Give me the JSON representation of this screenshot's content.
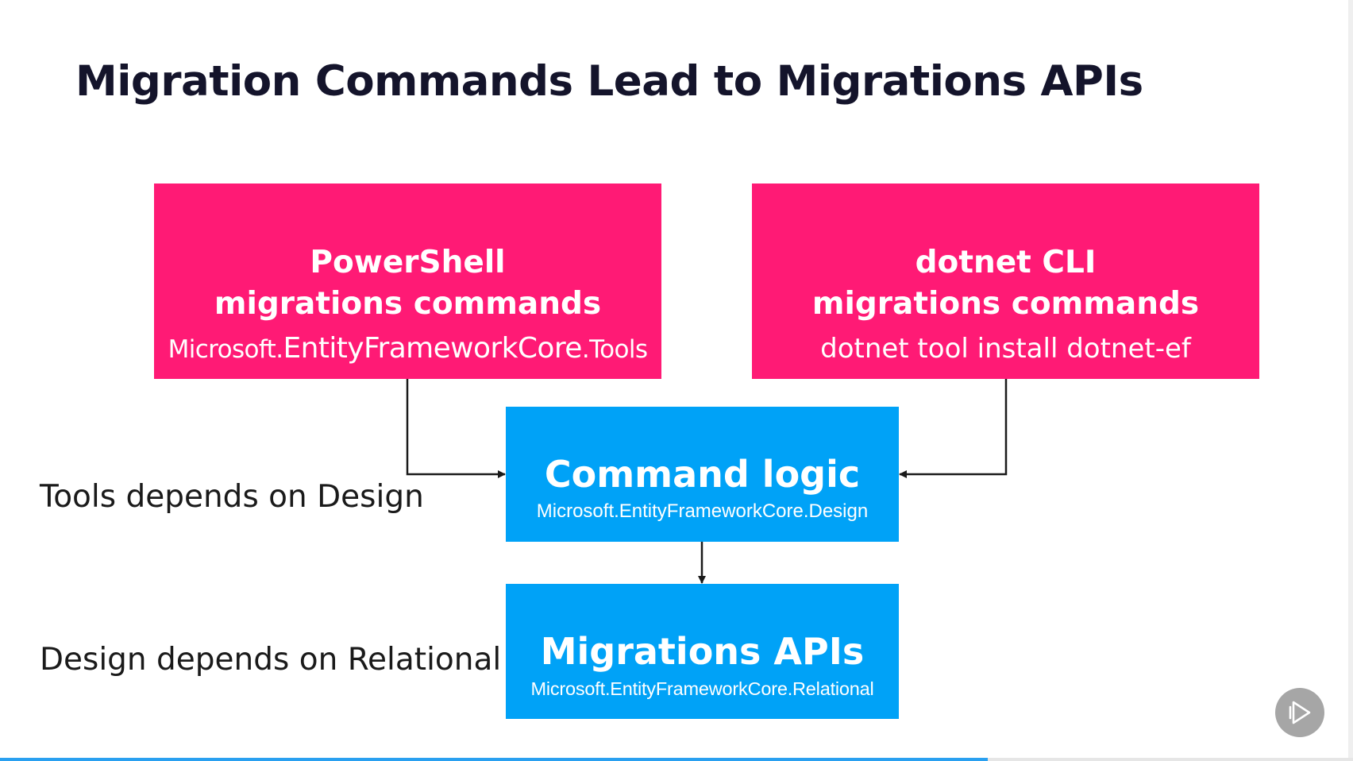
{
  "slide": {
    "title": "Migration Commands Lead to Migrations APIs"
  },
  "boxes": {
    "powershell": {
      "title_line1": "PowerShell",
      "title_line2": "migrations commands",
      "package_prefix": "Microsoft.",
      "package_middle": "EntityFrameworkCore",
      "package_suffix": ".Tools"
    },
    "dotnet_cli": {
      "title_line1": "dotnet CLI",
      "title_line2": "migrations commands",
      "install_command": "dotnet tool install dotnet-ef"
    },
    "command_logic": {
      "title": "Command logic",
      "package": "Microsoft.EntityFrameworkCore.Design"
    },
    "migrations_apis": {
      "title": "Migrations APIs",
      "package": "Microsoft.EntityFrameworkCore.Relational"
    }
  },
  "labels": {
    "tools_dependency": "Tools depends on Design",
    "design_dependency": "Design depends on Relational"
  },
  "colors": {
    "pink_box": "#ff1a75",
    "blue_box": "#00a2f7",
    "title_text": "#14142b",
    "connector": "#1a1a1a",
    "play_button": "#a6a6a6",
    "progress": "#2aa0f0"
  },
  "player": {
    "play_icon": "play-icon",
    "progress": 0.73
  }
}
